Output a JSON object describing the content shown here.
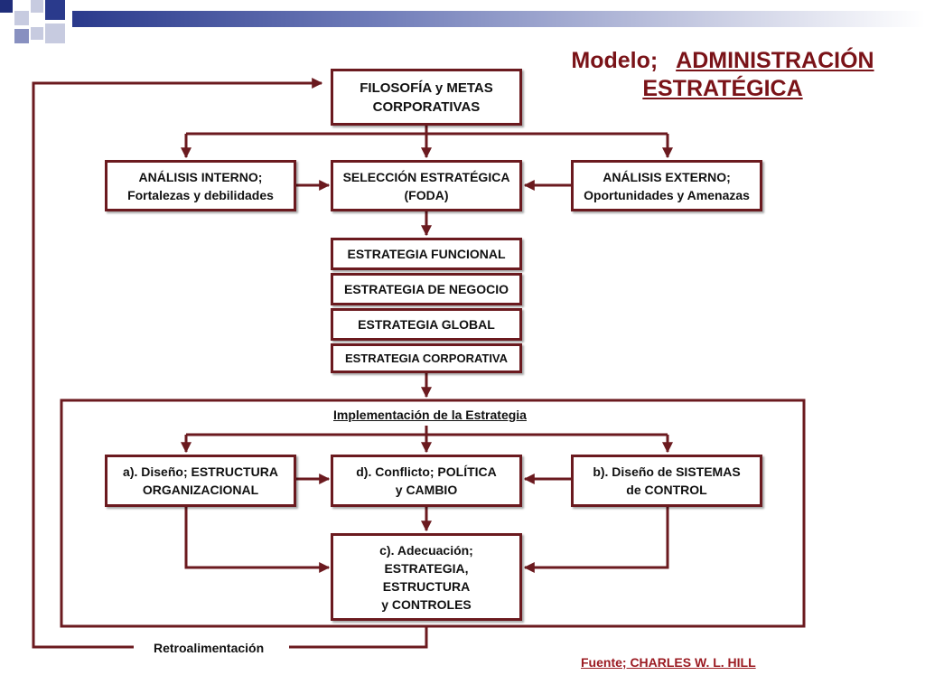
{
  "title": {
    "prefix": "Modelo;",
    "main_line1": "ADMINISTRACIÓN",
    "main_line2": "ESTRATÉGICA"
  },
  "boxes": {
    "filosofia": [
      "FILOSOFÍA y METAS",
      "CORPORATIVAS"
    ],
    "analisis_interno": [
      "ANÁLISIS INTERNO;",
      "Fortalezas y debilidades"
    ],
    "seleccion": [
      "SELECCIÓN ESTRATÉGICA",
      "(FODA)"
    ],
    "analisis_externo": [
      "ANÁLISIS EXTERNO;",
      "Oportunidades y Amenazas"
    ],
    "estrategia_funcional": [
      "ESTRATEGIA FUNCIONAL"
    ],
    "estrategia_negocio": [
      "ESTRATEGIA DE NEGOCIO"
    ],
    "estrategia_global": [
      "ESTRATEGIA GLOBAL"
    ],
    "estrategia_corporativa": [
      "ESTRATEGIA CORPORATIVA"
    ],
    "diseno_estructura": [
      "a).  Diseño;   ESTRUCTURA",
      "ORGANIZACIONAL"
    ],
    "conflicto": [
      "d).   Conflicto;   POLÍTICA",
      "y CAMBIO"
    ],
    "diseno_sistemas": [
      "b).   Diseño de SISTEMAS",
      "de CONTROL"
    ],
    "adecuacion": [
      "c).   Adecuación;",
      "ESTRATEGIA,",
      "ESTRUCTURA",
      "y CONTROLES"
    ]
  },
  "implementation_title": "Implementación de la Estrategia",
  "feedback_label": "Retroalimentación",
  "source": "Fuente;   CHARLES W. L. HILL",
  "colors": {
    "connector": "#6b1a1f",
    "title": "#7a1318",
    "source": "#9b1b22",
    "strip": "#2a3a8c"
  }
}
